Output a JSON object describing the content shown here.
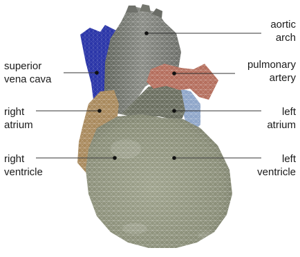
{
  "colors": {
    "heart_body": "#8d917c",
    "vena_cava": "#2a35a8",
    "right_atrium": "#a98a5d",
    "pulmonary_artery": "#b56f5e",
    "left_atrium_tail": "#8fa6c9",
    "mesh_line": "#ffffff",
    "leader_line": "#333333",
    "marker": "#111111"
  },
  "labels": {
    "aortic_arch": {
      "line1": "aortic",
      "line2": "arch"
    },
    "pulmonary_artery": {
      "line1": "pulmonary",
      "line2": "artery"
    },
    "left_atrium": {
      "line1": "left",
      "line2": "atrium"
    },
    "left_ventricle": {
      "line1": "left",
      "line2": "ventricle"
    },
    "superior_vena_cava": {
      "line1": "superior",
      "line2": "vena cava"
    },
    "right_atrium": {
      "line1": "right",
      "line2": "atrium"
    },
    "right_ventricle": {
      "line1": "right",
      "line2": "ventricle"
    }
  }
}
